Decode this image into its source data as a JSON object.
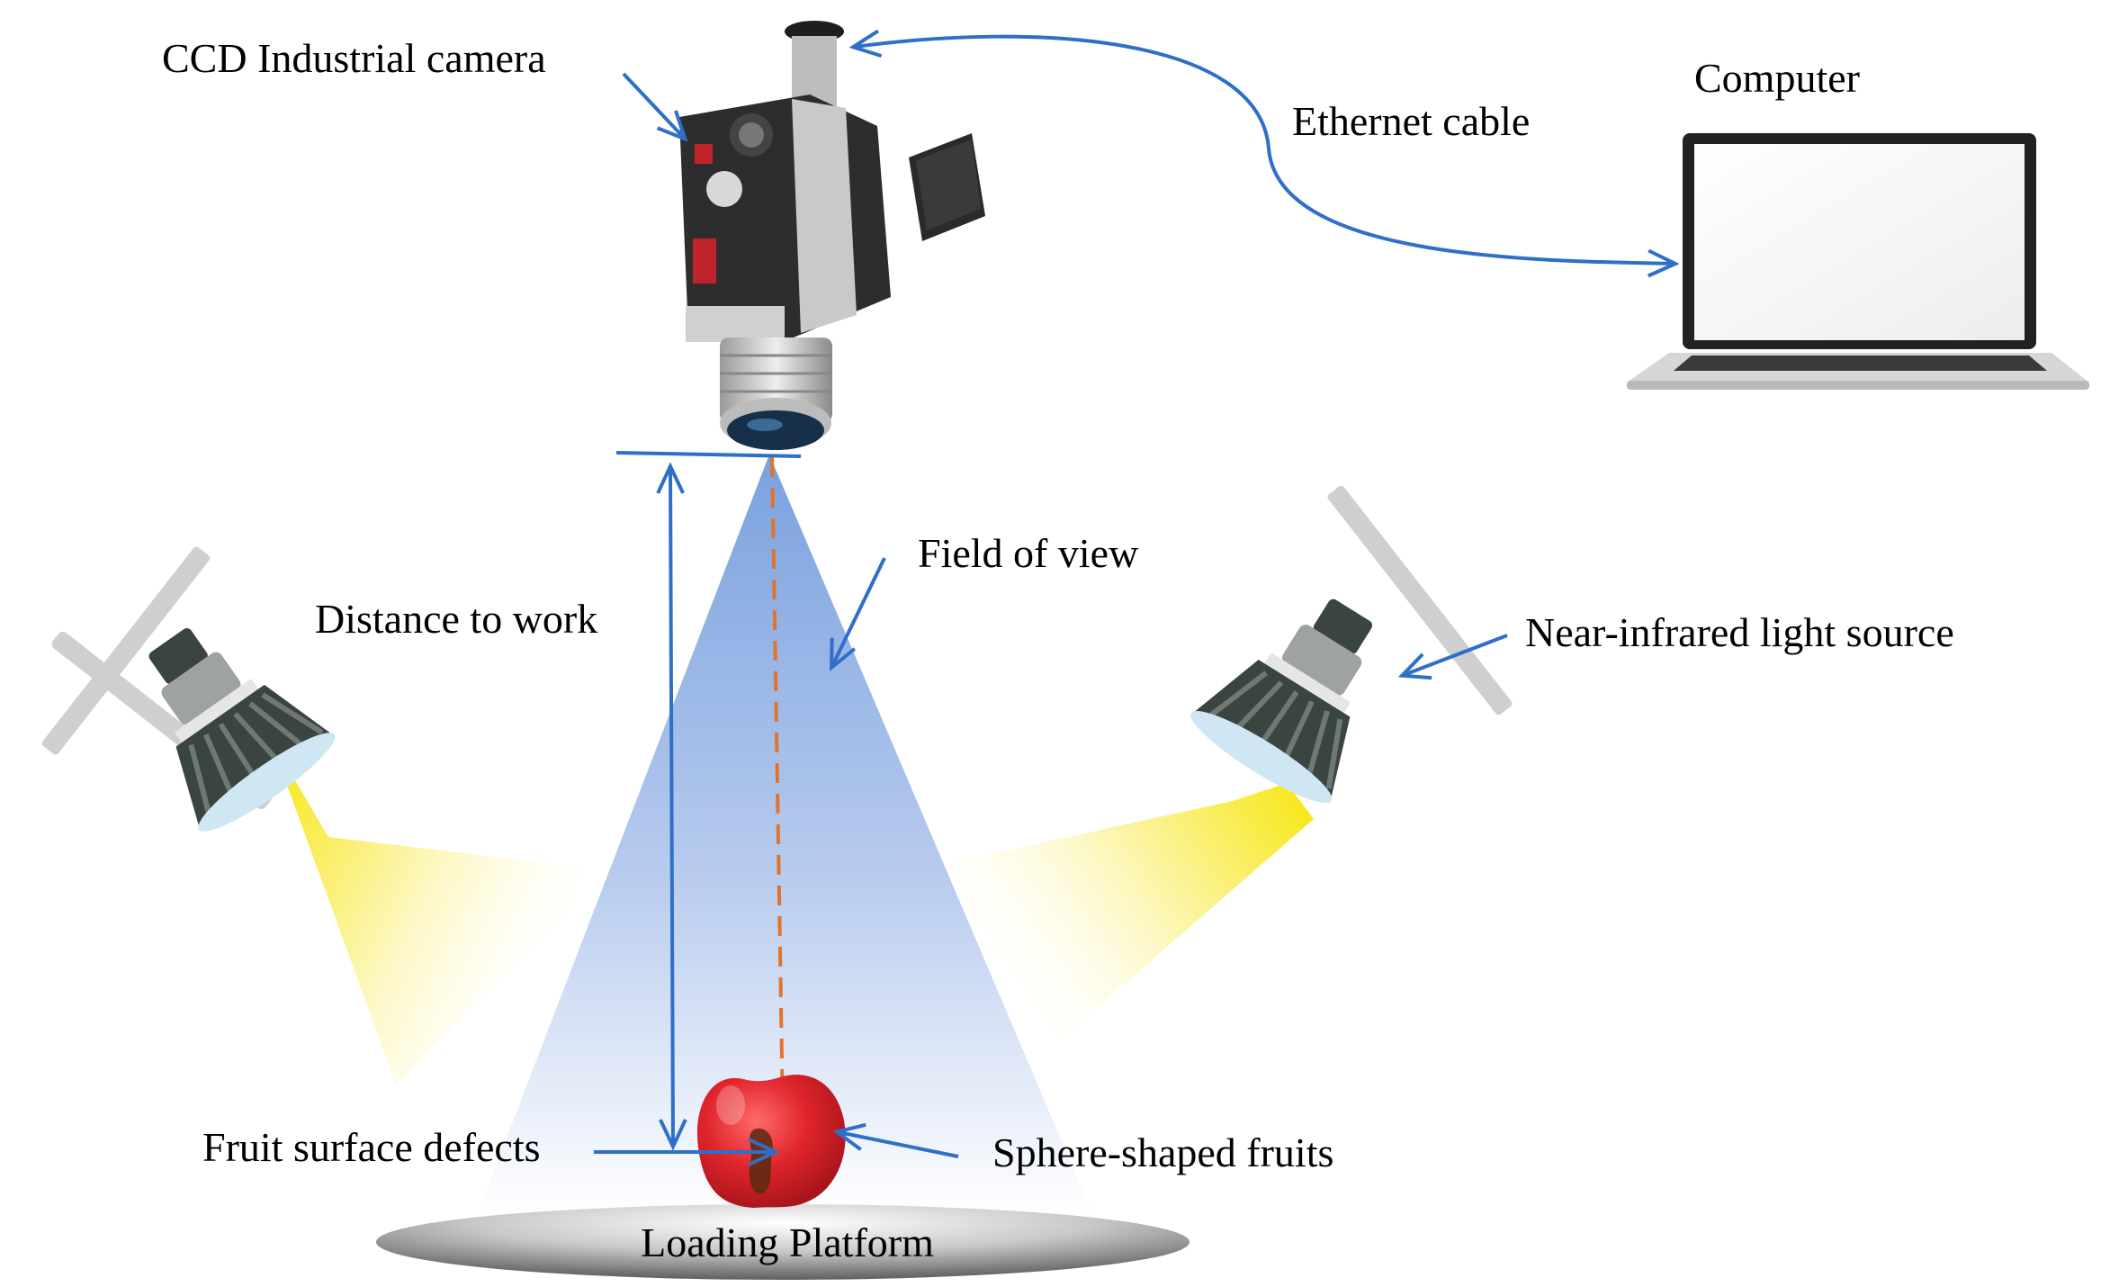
{
  "labels": {
    "camera": "CCD Industrial camera",
    "ethernet": "Ethernet cable",
    "computer": "Computer",
    "field_of_view": "Field of view",
    "distance": "Distance to work",
    "nir_light": "Near-infrared light source",
    "defects": "Fruit surface defects",
    "fruits": "Sphere-shaped fruits",
    "platform": "Loading Platform"
  },
  "colors": {
    "arrow": "#2f6fc8",
    "fov_top": "#7da3df",
    "fov_bottom": "#ffffff",
    "optical_axis": "#e0742c",
    "light_beam": "#f7e600",
    "bulb_fins": "#3a4440",
    "bulb_base": "#9ea2a2",
    "mount": "#cfcfcf",
    "apple": "#e0242b",
    "defect": "#5a2a12",
    "platform": "#6f6f6f"
  },
  "icons": {
    "camera": "industrial-camera-icon",
    "computer": "laptop-icon",
    "light_left": "led-bulb-icon",
    "light_right": "led-bulb-icon",
    "fruit": "apple-icon"
  }
}
